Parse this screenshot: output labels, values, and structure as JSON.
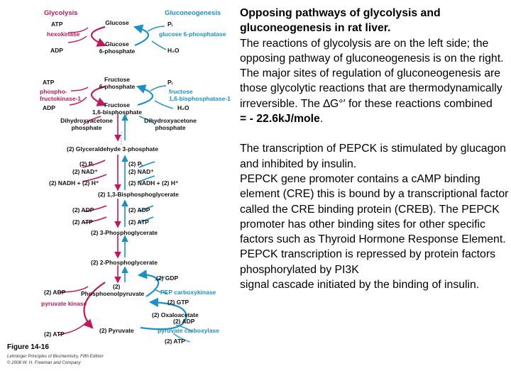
{
  "figure": {
    "left": {
      "title": "Glycolysis",
      "atp1": "ATP",
      "hexokinase": "hexokinase",
      "adp1": "ADP",
      "atp2": "ATP",
      "pfk": "phospho-\nfructokinase-1",
      "adp2": "ADP",
      "dhap": "Dihydroxyacetone\nphosphate",
      "pi": "(2) Pᵢ",
      "nad": "(2) NAD⁺",
      "nadh": "(2) NADH + (2) H⁺",
      "adp3": "(2) ADP",
      "atp3": "(2) ATP",
      "adp4": "(2) ADP",
      "pyruvate_kinase": "pyruvate kinase",
      "atp4": "(2) ATP"
    },
    "center": {
      "glucose": "Glucose",
      "g6p": "Glucose\n6-phosphate",
      "f6p": "Fructose\n6-phosphate",
      "fbp": "Fructose\n1,6-bisphosphate",
      "gap": "(2) Glyceraldehyde 3-phosphate",
      "bpg": "(2) 1,3-Bisphosphoglycerate",
      "pg3": "(2) 3-Phosphoglycerate",
      "pg2": "(2) 2-Phosphoglycerate",
      "pep_count": "(2)",
      "pep": "Phosphoenolpyruvate",
      "oaa": "(2) Oxaloacetate",
      "pyr": "(2) Pyruvate"
    },
    "right": {
      "title": "Gluconeogenesis",
      "pi1": "Pᵢ",
      "g6pase": "glucose 6-phosphatase",
      "h2o1": "H₂O",
      "pi2": "Pᵢ",
      "fbpase": "fructose\n1,6-bisphosphatase-1",
      "h2o2": "H₂O",
      "dhap": "Dihydroxyacetone\nphosphate",
      "pi": "(2) Pᵢ",
      "nad": "(2) NAD⁺",
      "nadh": "(2) NADH + (2) H⁺",
      "adp3": "(2) ADP",
      "atp3": "(2) ATP",
      "gdp": "(2) GDP",
      "pepck": "PEP carboxykinase",
      "gtp": "(2) GTP",
      "adp5": "(2) ADP",
      "pc": "pyruvate carboxylase",
      "atp5": "(2) ATP"
    },
    "caption": "Figure 14-16",
    "credit1": "Lehninger Principles of Biochemistry, Fifth Edition",
    "credit2": "© 2008 W. H. Freeman and Company"
  },
  "text": {
    "para1_title": "Opposing pathways of glycolysis and gluconeogenesis in rat liver.",
    "para1_body": "The reactions of glycolysis are on the left side; the opposing pathway of gluconeogenesis is on the right. The major sites of regulation of gluconeogenesis  are those glycolytic reactions that are thermodynamically irreversible.  The ",
    "delta_g": "∆G°′",
    "para1_tail": " for these reactions combined",
    "para1_value": "= - 22.6kJ/mole",
    "para1_end": ".",
    "para2_l1": "The transcription of PEPCK is stimulated by glucagon and inhibited by insulin.",
    "para2_l2": "PEPCK gene promoter contains a cAMP binding element (CRE) this is bound  by a transcriptional factor called the CRE binding protein (CREB). The PEPCK promoter has other binding sites for other specific factors such as Thyroid Hormone Response Element.",
    "para2_l3": "PEPCK transcription is repressed by protein factors phosphorylated by PI3K",
    "para2_l4": "signal cascade initiated by the binding of insulin."
  }
}
